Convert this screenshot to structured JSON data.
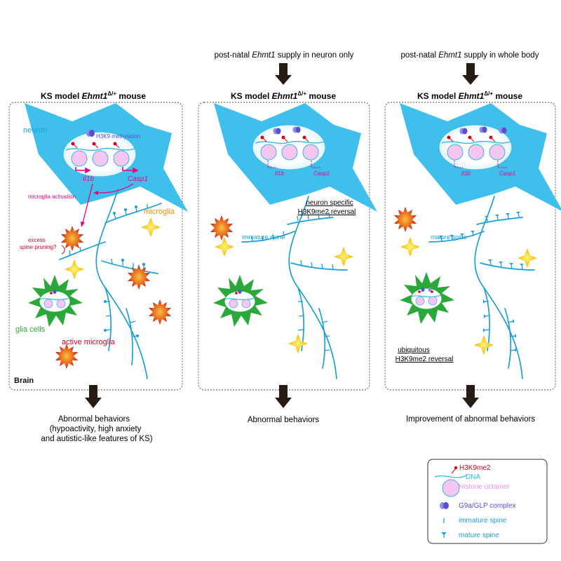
{
  "top_labels": {
    "p2_pre": "post-natal ",
    "p2_gene": "Ehmt1",
    "p2_post": " supply in neuron only",
    "p3_pre": "post-natal ",
    "p3_gene": "Ehmt1",
    "p3_post": " supply in whole body"
  },
  "panel_title": {
    "pre": "KS model ",
    "gene": "Ehmt1",
    "sup": "Δ/+",
    "post": " mouse"
  },
  "panel1": {
    "neuron": "neuron",
    "h3k9": "H3K9 methylation",
    "il1b": "Il1b",
    "casp1": "Casp1",
    "microglia_activation": "microglia activation",
    "microglia": "microglia",
    "excess_line1": "excess",
    "excess_line2": "spine pruning?",
    "glia": "glia cells",
    "active_microglia": "active microglia",
    "brain": "Brain",
    "outcome_line1": "Abnormal behaviors",
    "outcome_line2": "(hypoactivity, high anxiety",
    "outcome_line3": "and autistic-like features of KS)"
  },
  "panel2": {
    "il1b": "Il1b",
    "casp1": "Casp1",
    "reversal_line1": "neuron specific",
    "reversal_line2": "H3K9me2 reversal",
    "immature_spine": "immature spine",
    "outcome": "Abnormal behaviors"
  },
  "panel3": {
    "il1b": "Il1b",
    "casp1": "Casp1",
    "mature_spine": "mature spine",
    "reversal_line1": "ubiquitous",
    "reversal_line2": "H3K9me2 reversal",
    "outcome": "Improvement of abnormal behaviors"
  },
  "legend": {
    "h3k9me2": "H3K9me2",
    "dna": "DNA",
    "histone": "Histone octamer",
    "g9a": "G9a/GLP complex",
    "immature": "immature spine",
    "mature": "mature spine"
  },
  "colors": {
    "neuron": "#3fc0ec",
    "dendrite": "#1a9fd9",
    "glia": "#2aa83a",
    "histone_fill": "#f5c6ef",
    "histone_stroke": "#35b6e3",
    "methyl": "#d6001c",
    "gene_arrow": "#e6007e",
    "microglia_outer": "#e0401e",
    "microglia_inner": "#f6a623",
    "star": "#f5d400",
    "text_red": "#d6001c",
    "text_orange": "#f08c00",
    "text_blue": "#1a9fd9",
    "text_green": "#2aa83a",
    "text_purple": "#5a4fcf"
  }
}
